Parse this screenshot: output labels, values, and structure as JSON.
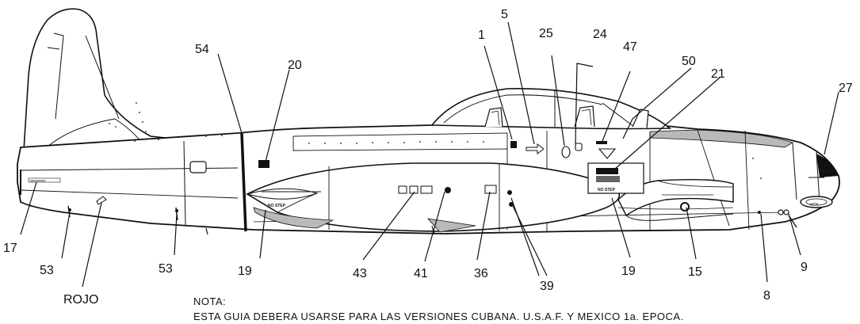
{
  "diagram": {
    "callouts": [
      {
        "id": "c1",
        "text": "1"
      },
      {
        "id": "c5",
        "text": "5"
      },
      {
        "id": "c25",
        "text": "25"
      },
      {
        "id": "c24",
        "text": "24"
      },
      {
        "id": "c47",
        "text": "47"
      },
      {
        "id": "c50",
        "text": "50"
      },
      {
        "id": "c21",
        "text": "21"
      },
      {
        "id": "c27",
        "text": "27"
      },
      {
        "id": "c54",
        "text": "54"
      },
      {
        "id": "c20",
        "text": "20"
      },
      {
        "id": "c17",
        "text": "17"
      },
      {
        "id": "c53a",
        "text": "53"
      },
      {
        "id": "c53b",
        "text": "53"
      },
      {
        "id": "crojo",
        "text": "ROJO"
      },
      {
        "id": "c19a",
        "text": "19"
      },
      {
        "id": "c43",
        "text": "43"
      },
      {
        "id": "c41",
        "text": "41"
      },
      {
        "id": "c36",
        "text": "36"
      },
      {
        "id": "c39",
        "text": "39"
      },
      {
        "id": "c19b",
        "text": "19"
      },
      {
        "id": "c15",
        "text": "15"
      },
      {
        "id": "c8",
        "text": "8"
      },
      {
        "id": "c9",
        "text": "9"
      }
    ],
    "stencils": {
      "no_step_tank": "NO STEP",
      "no_step_fuselage": "NO STEP"
    }
  },
  "note": {
    "label": "NOTA:",
    "text": "ESTA GUIA DEBERA USARSE PARA LAS VERSIONES CUBANA, U.S.A.F. Y MEXICO 1a. EPOCA."
  }
}
